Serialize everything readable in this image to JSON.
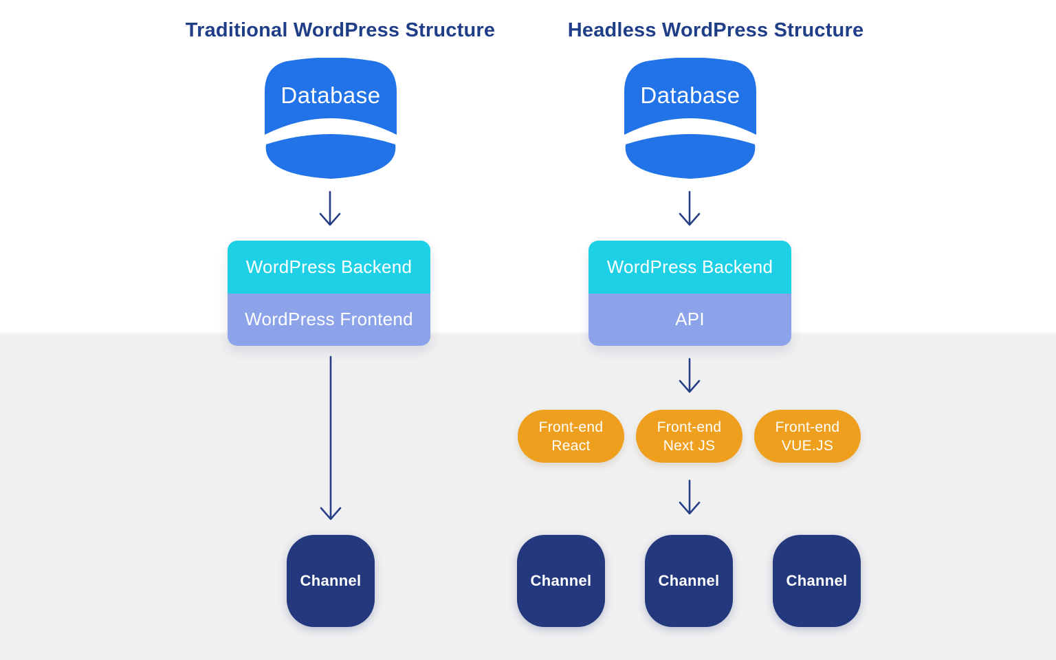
{
  "diagram": {
    "background": {
      "top_color": "#ffffff",
      "bottom_color": "#f0f0f1"
    },
    "colors": {
      "database_blue": "#2273e8",
      "backend_cyan": "#1ed0e6",
      "frontend_periwinkle": "#8ca2e9",
      "pill_orange": "#ef9f1e",
      "channel_navy": "#24387d",
      "title_navy": "#203e88",
      "arrow_navy": "#263e86",
      "label_white": "#ffffff"
    },
    "left": {
      "title": "Traditional WordPress Structure",
      "database_label": "Database",
      "backend_label": "WordPress Backend",
      "frontend_label": "WordPress Frontend",
      "channel_label": "Channel"
    },
    "right": {
      "title": "Headless WordPress Structure",
      "database_label": "Database",
      "backend_label": "WordPress Backend",
      "api_label": "API",
      "frontends": [
        {
          "line1": "Front-end",
          "line2": "React"
        },
        {
          "line1": "Front-end",
          "line2": "Next JS"
        },
        {
          "line1": "Front-end",
          "line2": "VUE.JS"
        }
      ],
      "channels": [
        "Channel",
        "Channel",
        "Channel"
      ]
    }
  }
}
